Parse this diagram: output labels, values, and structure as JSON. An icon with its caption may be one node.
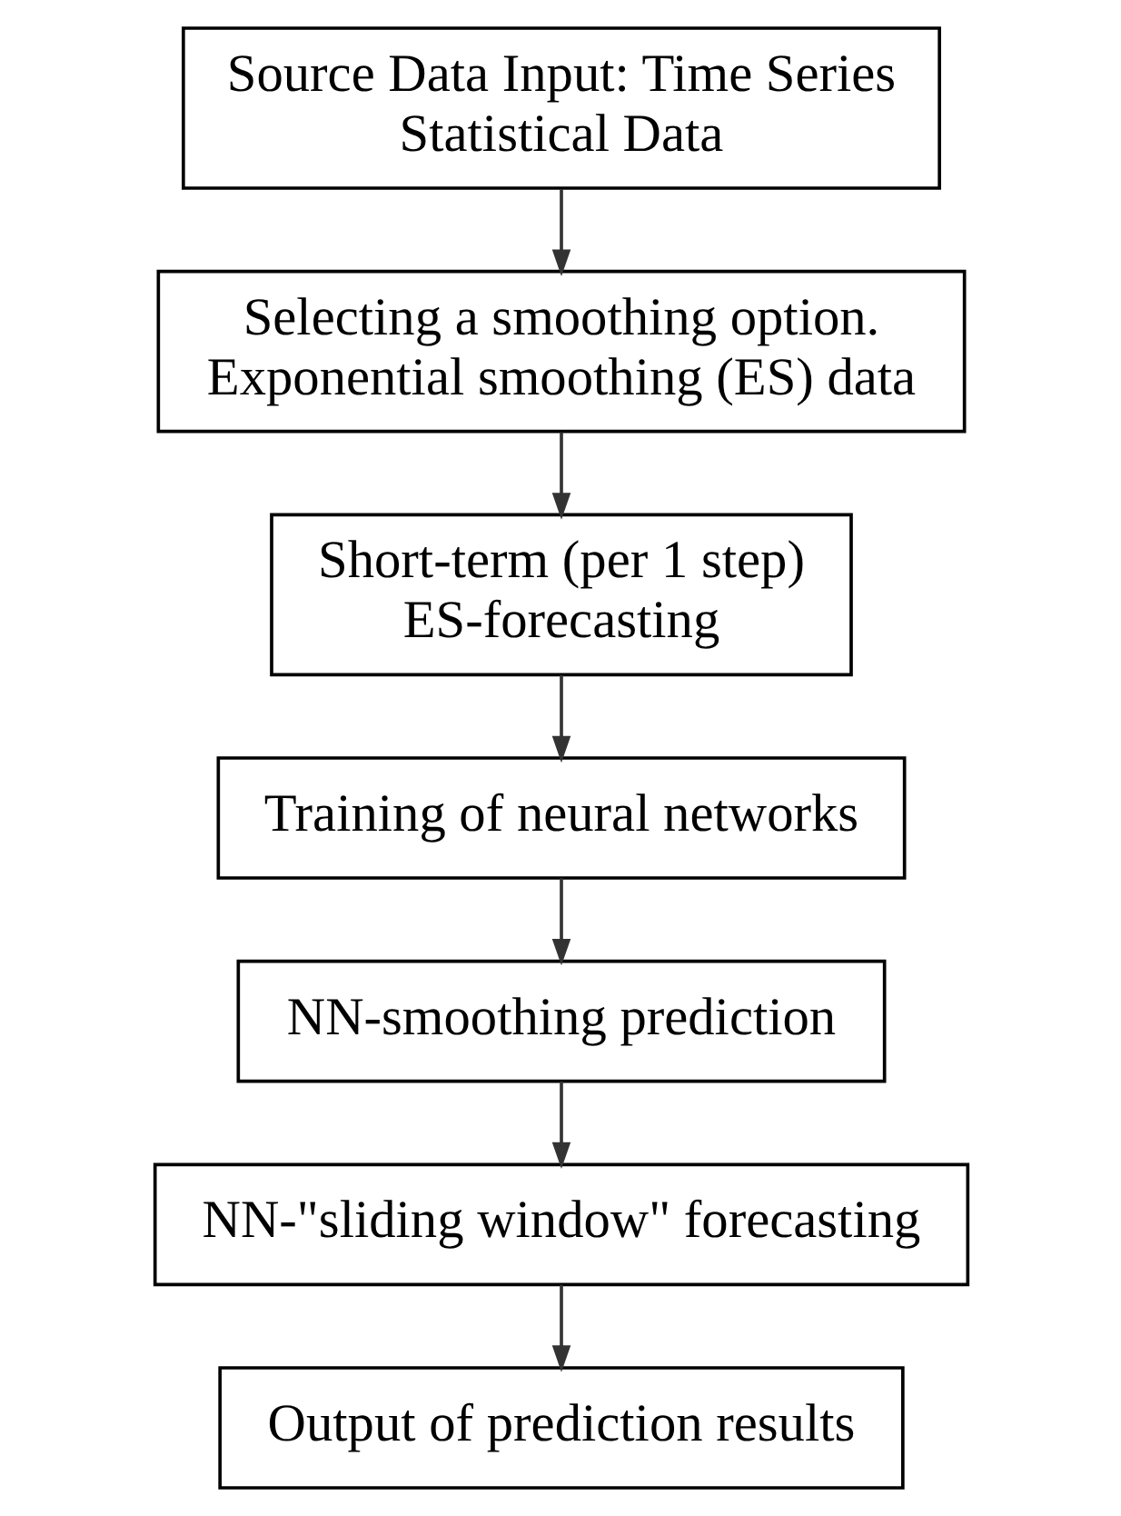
{
  "diagram": {
    "nodes": [
      {
        "text": [
          "Source Data Input: Time Series Statistical Data"
        ]
      },
      {
        "text": [
          "Selecting a smoothing option. Exponential smoothing (ES) data"
        ]
      },
      {
        "text": [
          "Short-term (per 1 step) ES-forecasting"
        ]
      },
      {
        "text": [
          "Training of neural networks"
        ]
      },
      {
        "text": [
          "NN-smoothing prediction"
        ]
      },
      {
        "text": [
          "NN-\"sliding window\" forecasting"
        ]
      },
      {
        "text": [
          "Output of prediction results"
        ]
      }
    ],
    "edges": [
      {
        "from": 0,
        "to": 1,
        "arrow": "to"
      },
      {
        "from": 1,
        "to": 2,
        "arrow": "to"
      },
      {
        "from": 2,
        "to": 3,
        "arrow": "to"
      },
      {
        "from": 3,
        "to": 4,
        "arrow": "to"
      },
      {
        "from": 4,
        "to": 5,
        "arrow": "to"
      },
      {
        "from": 5,
        "to": 6,
        "arrow": "to"
      }
    ]
  }
}
